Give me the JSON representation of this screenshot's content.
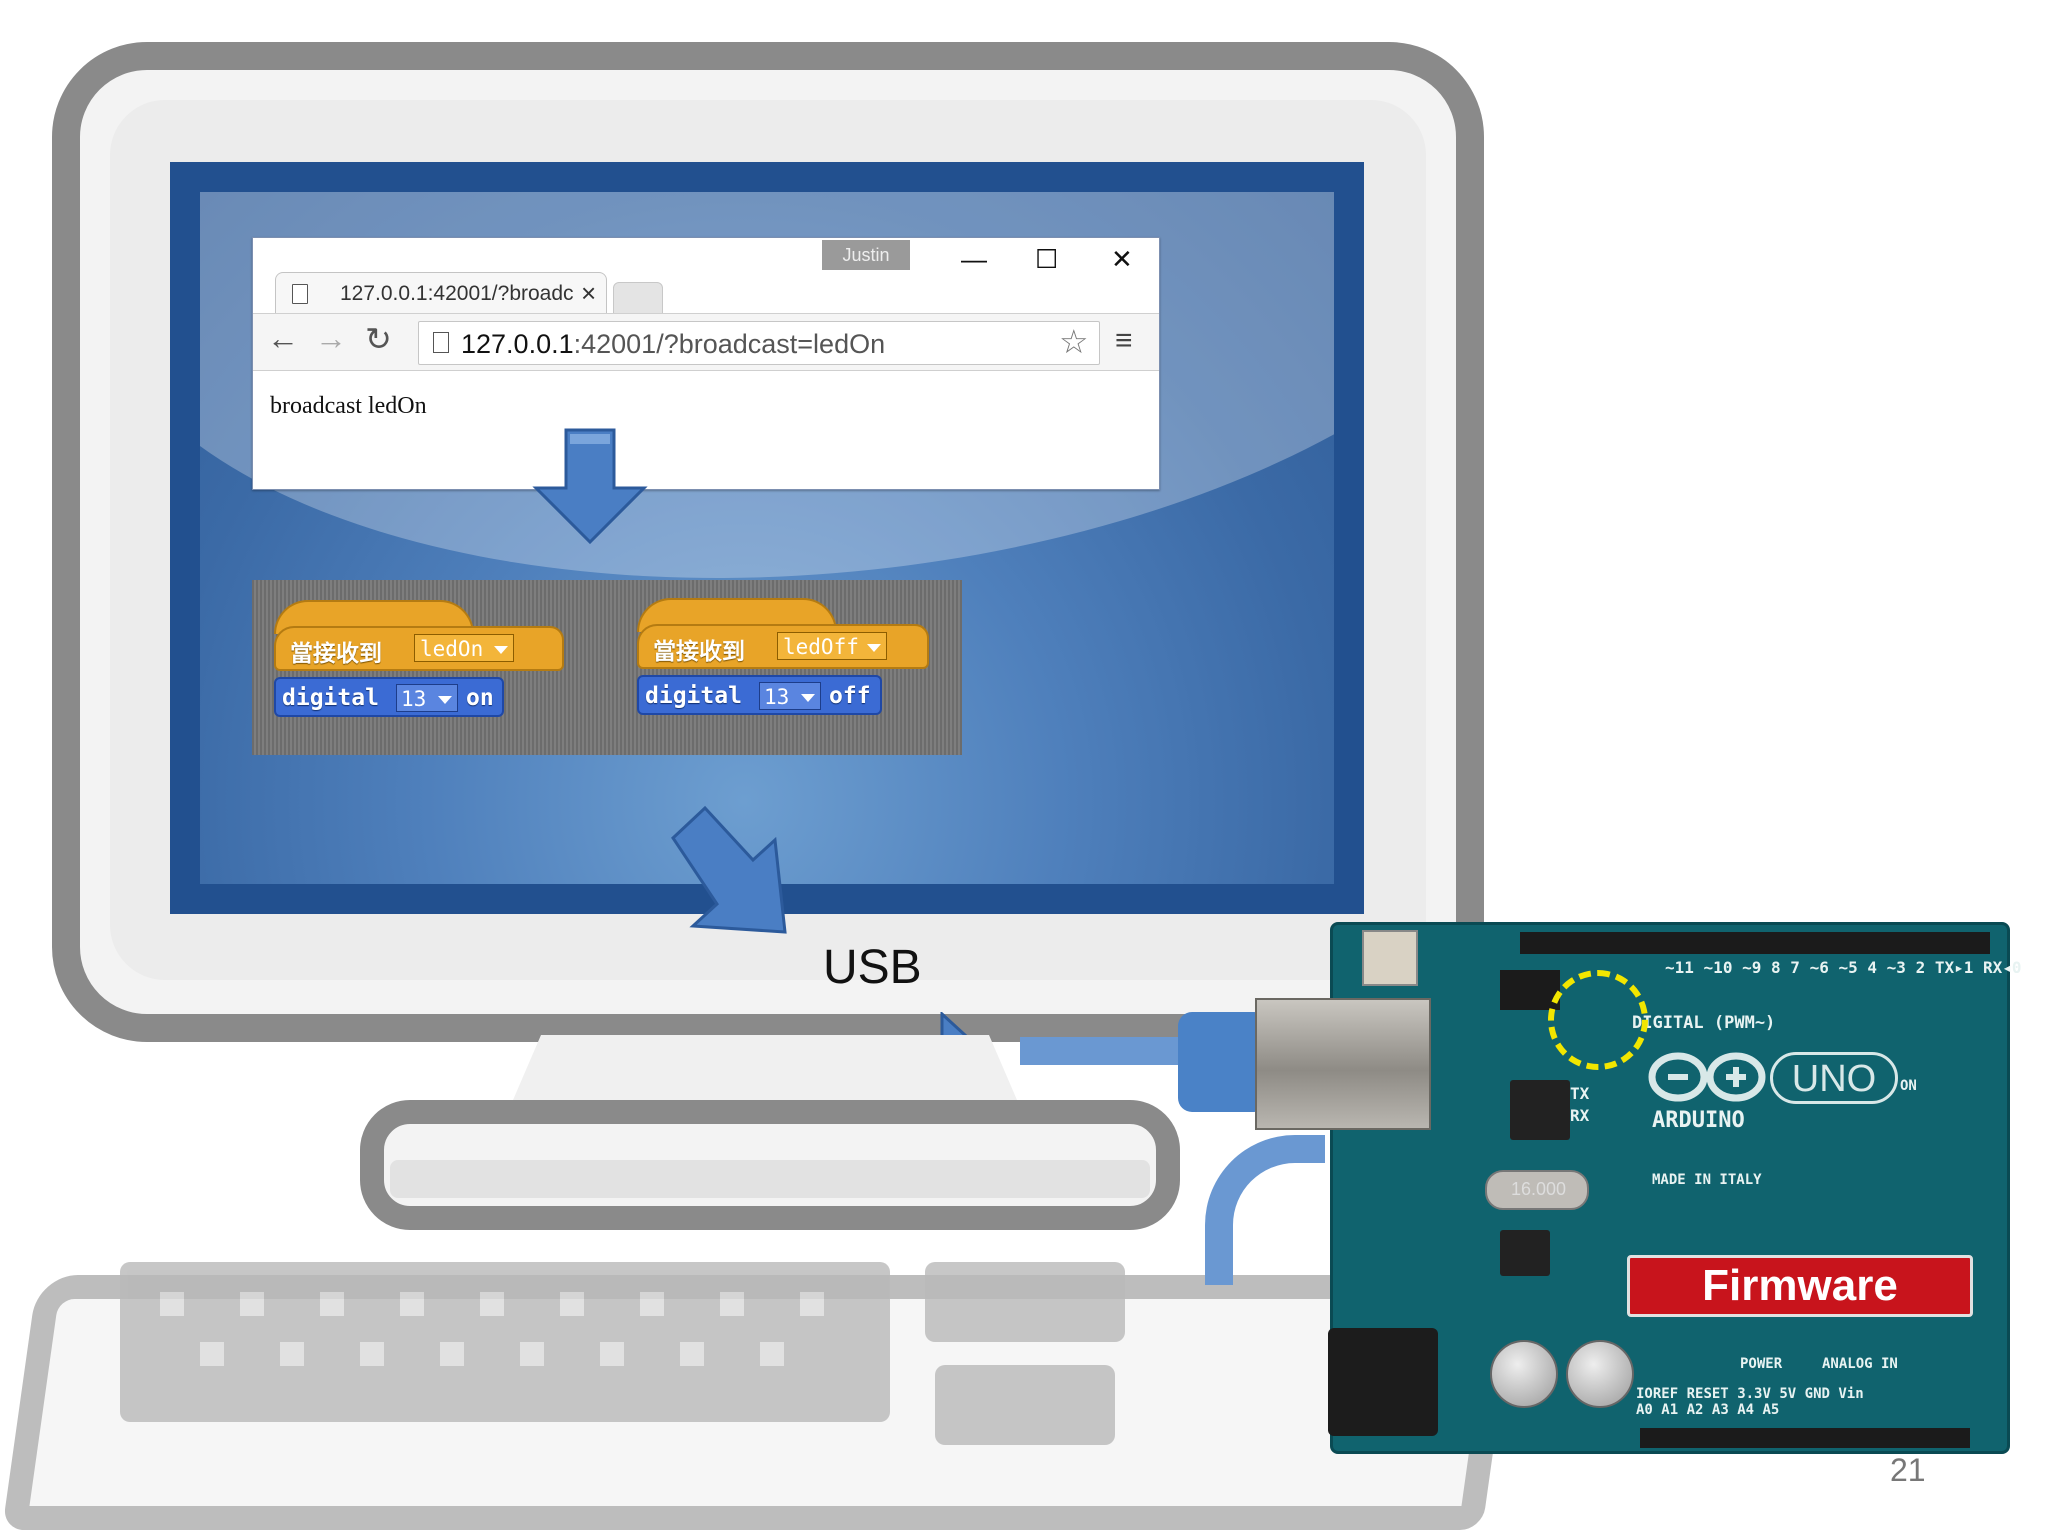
{
  "browser": {
    "profile_name": "Justin",
    "tab_title": "127.0.0.1:42001/?broadc",
    "address_host": "127.0.0.1",
    "address_rest": ":42001/?broadcast=ledOn",
    "page_text": "broadcast ledOn",
    "minimize_symbol": "—",
    "maximize_symbol": "☐",
    "close_symbol": "✕",
    "tab_close_symbol": "×",
    "back_symbol": "←",
    "forward_symbol": "→",
    "reload_symbol": "↻",
    "star_symbol": "☆",
    "menu_symbol": "≡"
  },
  "scratch": {
    "scripts": [
      {
        "hat_label": "當接收到",
        "message": "ledOn",
        "command": "digital",
        "pin": "13",
        "state": "on"
      },
      {
        "hat_label": "當接收到",
        "message": "ledOff",
        "command": "digital",
        "pin": "13",
        "state": "off"
      }
    ]
  },
  "labels": {
    "usb": "USB",
    "firmware": "Firmware",
    "page_number": "21"
  },
  "arduino": {
    "brand": "ARDUINO",
    "model": "UNO",
    "made_in": "MADE IN ITALY",
    "digital_label": "DIGITAL (PWM~)",
    "power_label": "POWER",
    "analog_label": "ANALOG IN",
    "on_label": "ON",
    "tx_label": "TX",
    "rx_label": "RX",
    "crystal_label": "16.000",
    "pin_labels_top": [
      "~11",
      "~10",
      "~9",
      "8",
      "7",
      "~6",
      "~5",
      "4",
      "~3",
      "2",
      "TX▸1",
      "RX◂0"
    ],
    "pin_labels_bottom": [
      "IOREF",
      "RESET",
      "3.3V",
      "5V",
      "GND",
      "Vin",
      "A0",
      "A1",
      "A2",
      "A3",
      "A4",
      "A5"
    ]
  },
  "colors": {
    "screen_blue": "#3b6aa6",
    "arrow_blue": "#4a7ec4",
    "hat_orange": "#e8a428",
    "command_blue": "#3b6bd4",
    "board_teal": "#10636e",
    "firmware_red": "#c8141c",
    "led_marker": "#f2e600"
  }
}
